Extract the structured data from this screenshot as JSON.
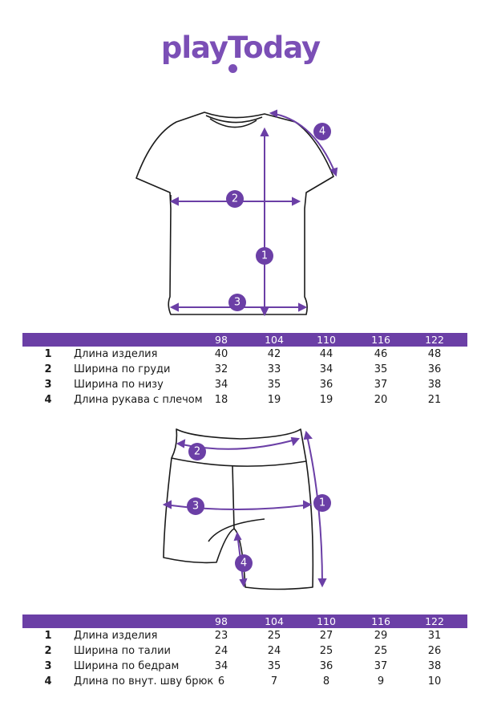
{
  "brand": {
    "logo": "playToday",
    "accent": "#6b3fa6"
  },
  "shirt": {
    "badges": [
      "1",
      "2",
      "3",
      "4"
    ],
    "table": {
      "sizes": [
        "98",
        "104",
        "110",
        "116",
        "122"
      ],
      "rows": [
        {
          "num": "1",
          "label": "Длина изделия",
          "values": [
            "40",
            "42",
            "44",
            "46",
            "48"
          ]
        },
        {
          "num": "2",
          "label": "Ширина по груди",
          "values": [
            "32",
            "33",
            "34",
            "35",
            "36"
          ]
        },
        {
          "num": "3",
          "label": "Ширина по низу",
          "values": [
            "34",
            "35",
            "36",
            "37",
            "38"
          ]
        },
        {
          "num": "4",
          "label": "Длина рукава с плечом",
          "values": [
            "18",
            "19",
            "19",
            "20",
            "21"
          ]
        }
      ]
    }
  },
  "shorts": {
    "badges": [
      "1",
      "2",
      "3",
      "4"
    ],
    "table": {
      "sizes": [
        "98",
        "104",
        "110",
        "116",
        "122"
      ],
      "rows": [
        {
          "num": "1",
          "label": "Длина изделия",
          "values": [
            "23",
            "25",
            "27",
            "29",
            "31"
          ]
        },
        {
          "num": "2",
          "label": "Ширина по талии",
          "values": [
            "24",
            "24",
            "25",
            "25",
            "26"
          ]
        },
        {
          "num": "3",
          "label": "Ширина по бедрам",
          "values": [
            "34",
            "35",
            "36",
            "37",
            "38"
          ]
        },
        {
          "num": "4",
          "label": "Длина по внут. шву брюк",
          "values": [
            "6",
            "7",
            "8",
            "9",
            "10"
          ]
        }
      ]
    }
  }
}
